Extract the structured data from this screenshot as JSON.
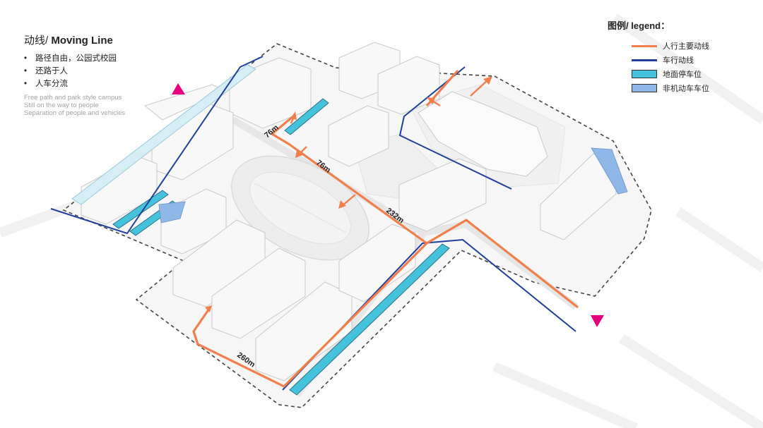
{
  "heading": {
    "cn": "动线/",
    "en": " Moving Line"
  },
  "bullets": [
    "路径自由，公园式校园",
    "还路于人",
    "人车分流"
  ],
  "english_lines": [
    "Free path and park style campus",
    "Still on the way to people",
    "Separation of people and vehicles"
  ],
  "legend": {
    "title": "图例/ legend：",
    "items": [
      {
        "label": "人行主要动线",
        "kind": "line",
        "color": "#f07f4c"
      },
      {
        "label": "车行动线",
        "kind": "line",
        "color": "#1f3f9a"
      },
      {
        "label": "地面停车位",
        "kind": "box",
        "color": "#46c3dc"
      },
      {
        "label": "非机动车车位",
        "kind": "box",
        "color": "#8fb7e8"
      }
    ]
  },
  "distances": [
    "76m",
    "76m",
    "232m",
    "260m"
  ],
  "colors": {
    "pedestrian": "#f07f4c",
    "vehicle": "#1f3f9a",
    "parking": "#46c3dc",
    "bike_parking": "#8fb7e8",
    "marker": "#e5007e",
    "building": "#f7f7f7"
  }
}
